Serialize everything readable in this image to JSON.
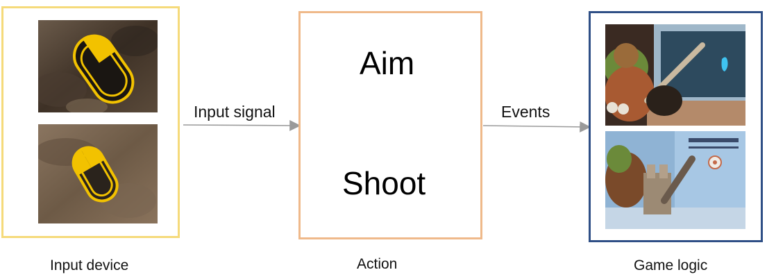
{
  "panels": {
    "input": {
      "caption": "Input device"
    },
    "action": {
      "caption": "Action",
      "items": [
        "Aim",
        "Shoot"
      ]
    },
    "game": {
      "caption": "Game logic"
    }
  },
  "edges": {
    "input_to_action": "Input signal",
    "action_to_game": "Events"
  },
  "colors": {
    "input_border": "#f5da7a",
    "action_border": "#efb98a",
    "game_border": "#2f4f86",
    "arrow": "#9a9a9a",
    "mouse_highlight": "#f2c200"
  }
}
